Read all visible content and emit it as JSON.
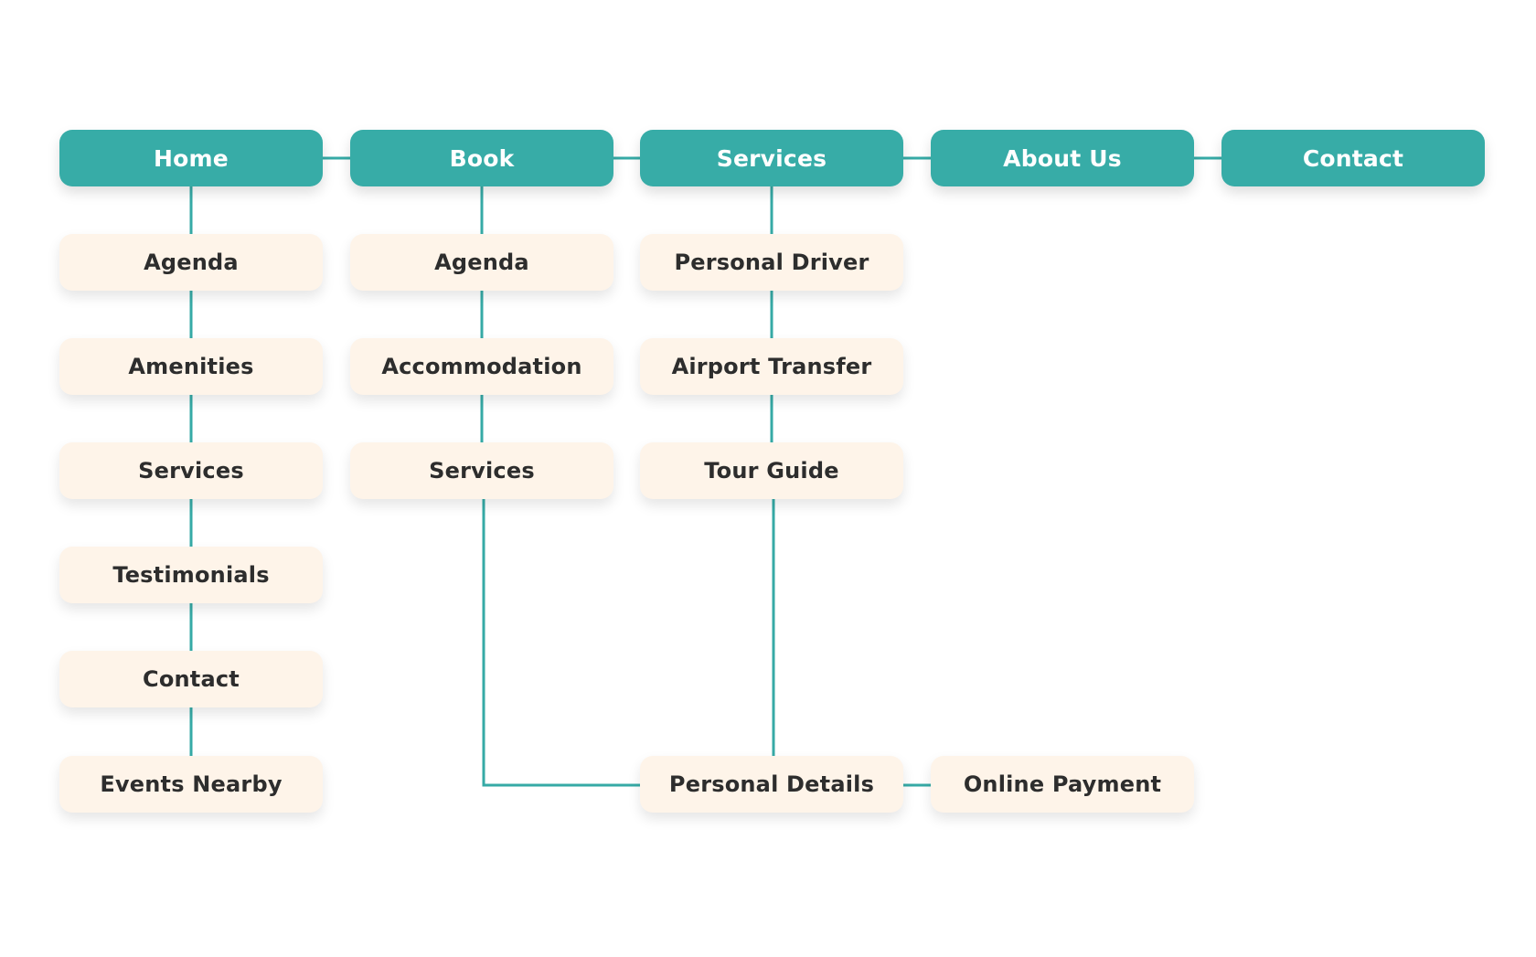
{
  "colors": {
    "primary_node_fill": "#37aca7",
    "primary_node_text": "#ffffff",
    "secondary_node_fill": "#fef4e9",
    "secondary_node_text": "#2d2d2d",
    "connector": "#36aaa6",
    "background": "#ffffff"
  },
  "nav": [
    {
      "label": "Home"
    },
    {
      "label": "Book"
    },
    {
      "label": "Services"
    },
    {
      "label": "About Us"
    },
    {
      "label": "Contact"
    }
  ],
  "home_children": [
    {
      "label": "Agenda"
    },
    {
      "label": "Amenities"
    },
    {
      "label": "Services"
    },
    {
      "label": "Testimonials"
    },
    {
      "label": "Contact"
    },
    {
      "label": "Events Nearby"
    }
  ],
  "book_children": [
    {
      "label": "Agenda"
    },
    {
      "label": "Accommodation"
    },
    {
      "label": "Services"
    }
  ],
  "services_children": [
    {
      "label": "Personal Driver"
    },
    {
      "label": "Airport Transfer"
    },
    {
      "label": "Tour Guide"
    }
  ],
  "checkout": {
    "personal_details": "Personal Details",
    "online_payment": "Online Payment"
  }
}
